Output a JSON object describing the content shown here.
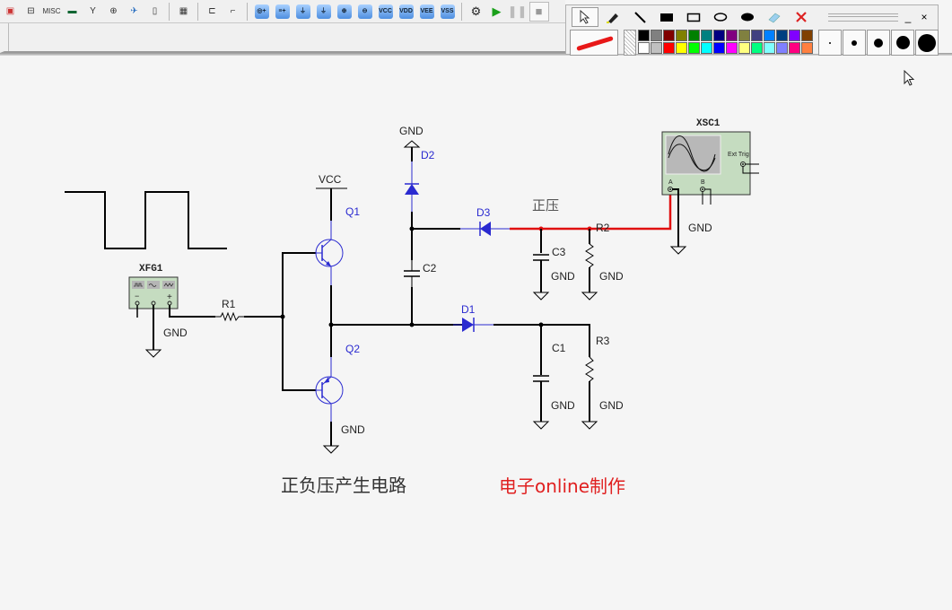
{
  "main_toolbar": {
    "left_buttons": [
      {
        "icon": "seven-segment-display-icon",
        "label": ""
      },
      {
        "icon": "battery-icon",
        "label": ""
      },
      {
        "icon": "misc-icon",
        "label": "MISC"
      },
      {
        "icon": "lcd-display-icon",
        "label": ""
      },
      {
        "icon": "antenna-icon",
        "label": ""
      },
      {
        "icon": "motor-icon",
        "label": ""
      },
      {
        "icon": "ni-component-icon",
        "label": ""
      },
      {
        "icon": "crystal-icon",
        "label": ""
      },
      {
        "icon": "mcu-icon",
        "label": ""
      },
      {
        "icon": "hierarchical-block-icon",
        "label": ""
      },
      {
        "icon": "bus-icon",
        "label": ""
      }
    ],
    "power_buttons": [
      {
        "icon": "power-source-icon",
        "label": "◎+"
      },
      {
        "icon": "dc-source-icon",
        "label": "≡+"
      },
      {
        "icon": "ground-icon",
        "label": "⏚"
      },
      {
        "icon": "digital-ground-icon",
        "label": "⏚"
      },
      {
        "icon": "ac-source-icon",
        "label": "⊕"
      },
      {
        "icon": "current-source-icon",
        "label": "⊖"
      },
      {
        "icon": "vcc-icon",
        "label": "VCC"
      },
      {
        "icon": "vdd-icon",
        "label": "VDD"
      },
      {
        "icon": "vee-icon",
        "label": "VEE"
      },
      {
        "icon": "vss-icon",
        "label": "VSS"
      }
    ],
    "sim_buttons": [
      {
        "icon": "simulate-settings-icon"
      },
      {
        "icon": "run-icon"
      },
      {
        "icon": "pause-icon"
      },
      {
        "icon": "stop-icon"
      }
    ]
  },
  "drawing_toolbar": {
    "tools": [
      "select",
      "highlighter",
      "line",
      "filled-rectangle",
      "rectangle",
      "ellipse",
      "filled-ellipse",
      "eraser",
      "delete"
    ],
    "window_buttons": {
      "minimize": "_",
      "close": "×"
    },
    "current_line_color": "#e81818",
    "palette_row1": [
      "#000000",
      "#808080",
      "#800000",
      "#808000",
      "#008000",
      "#008080",
      "#000080",
      "#800080",
      "#808040",
      "#404080",
      "#0080ff",
      "#004080",
      "#8000ff",
      "#804000"
    ],
    "palette_row2": [
      "#ffffff",
      "#c0c0c0",
      "#ff0000",
      "#ffff00",
      "#00ff00",
      "#00ffff",
      "#0000ff",
      "#ff00ff",
      "#ffff80",
      "#00ff80",
      "#80ffff",
      "#8080ff",
      "#ff0080",
      "#ff8040"
    ],
    "dot_sizes": [
      "tiny",
      "small",
      "medium",
      "large",
      "extra-large"
    ]
  },
  "schematic": {
    "instruments": {
      "function_generator": {
        "ref": "XFG1",
        "terminals": [
          "−",
          "",
          "+"
        ]
      },
      "oscilloscope": {
        "ref": "XSC1",
        "ext_trig_label": "Ext Trig",
        "channel_a": "A",
        "channel_b": "B"
      }
    },
    "components": {
      "R1": "R1",
      "R2": "R2",
      "R3": "R3",
      "C1": "C1",
      "C2": "C2",
      "C3": "C3",
      "D1": "D1",
      "D2": "D2",
      "D3": "D3",
      "Q1": "Q1",
      "Q2": "Q2"
    },
    "power": {
      "vcc": "VCC",
      "gnd": "GND"
    },
    "annotation_positive": "正压",
    "caption_left": "正负压产生电路",
    "caption_right": "电子online制作",
    "probe_wire_color": "#e01010",
    "component_color": "#2a2ad0",
    "caption_right_color": "#e02020"
  }
}
